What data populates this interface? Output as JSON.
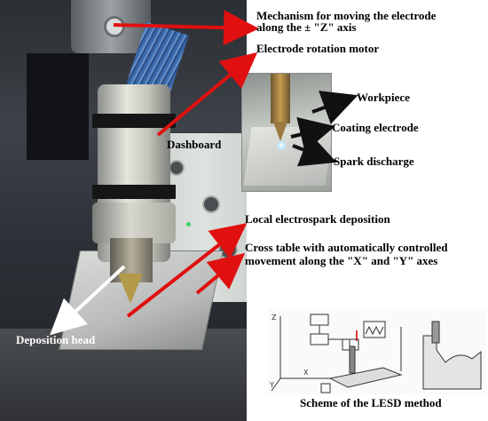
{
  "labels": {
    "z_mechanism_line1": "Mechanism for moving the electrode",
    "z_mechanism_line2": "along the ± \"Z\" axis",
    "rotation_motor": "Electrode rotation motor",
    "dashboard": "Dashboard",
    "workpiece": "Workpiece",
    "coating_electrode": "Coating electrode",
    "spark_discharge": "Spark discharge",
    "local_deposition": "Local electrospark deposition",
    "cross_table_line1": "Cross table with automatically controlled",
    "cross_table_line2": "movement along the \"X\" and \"Y\" axes",
    "deposition_head": "Deposition head",
    "scheme_caption": "Scheme of the LESD method"
  },
  "scheme_axes": {
    "z": "Z",
    "x": "X",
    "y": "Y"
  },
  "colors": {
    "arrow_red": "#e01010",
    "arrow_black": "#111111",
    "arrow_white": "#ffffff",
    "text": "#000000"
  }
}
